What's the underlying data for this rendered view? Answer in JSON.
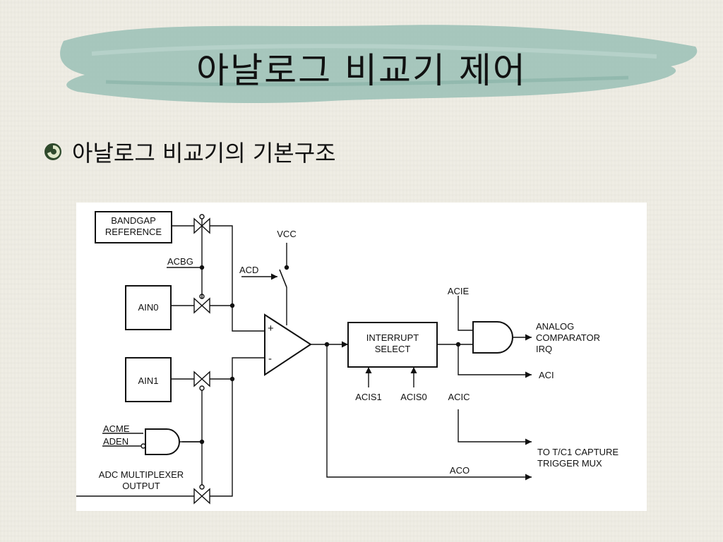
{
  "slide": {
    "title": "아날로그 비교기 제어",
    "bullet": "아날로그 비교기의 기본구조"
  },
  "diagram": {
    "labels": {
      "bandgap_1": "BANDGAP",
      "bandgap_2": "REFERENCE",
      "acbg": "ACBG",
      "ain0": "AIN0",
      "ain1": "AIN1",
      "acme": "ACME",
      "aden": "ADEN",
      "mux_1": "ADC MULTIPLEXER",
      "mux_2": "OUTPUT",
      "vcc": "VCC",
      "acd": "ACD",
      "plus": "+",
      "minus": "-",
      "interrupt_1": "INTERRUPT",
      "interrupt_2": "SELECT",
      "acis1": "ACIS1",
      "acis0": "ACIS0",
      "acie": "ACIE",
      "irq_1": "ANALOG",
      "irq_2": "COMPARATOR",
      "irq_3": "IRQ",
      "aci": "ACI",
      "acic": "ACIC",
      "capture_1": "TO T/C1 CAPTURE",
      "capture_2": "TRIGGER MUX",
      "aco": "ACO"
    }
  }
}
